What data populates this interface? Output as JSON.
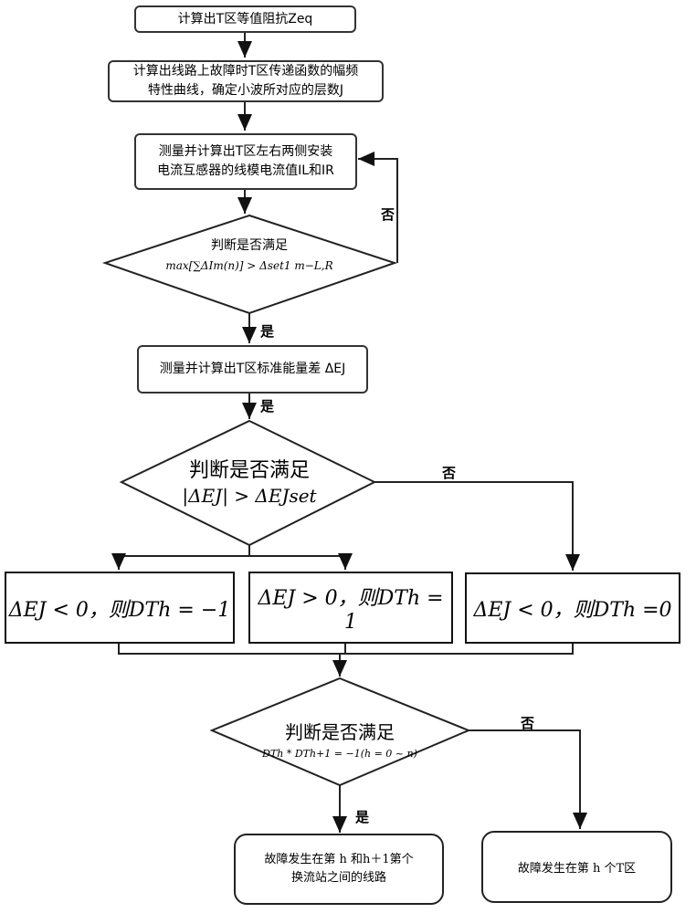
{
  "boxes": {
    "b1": "计算出T区等值阻抗Zeq",
    "b2_line1": "计算出线路上故障时T区传递函数的幅频",
    "b2_line2": "特性曲线，确定小波所对应的层数J",
    "b3_line1": "测量并计算出T区左右两侧安装",
    "b3_line2": "电流互感器的线模电流值IL和IR",
    "d1_title": "判断是否满足",
    "d1_formula": "max[∑ΔIm(n)] > Δset1   m−L,R",
    "b4": "测量并计算出T区标准能量差 ΔEJ",
    "d2_title": "判断是否满足",
    "d2_formula": "|ΔEJ| > ΔEJset",
    "o1": "ΔEJ < 0，则DTh = −1",
    "o2": "ΔEJ > 0，则DTh = 1",
    "o3": "ΔEJ < 0，则DTh =0",
    "d3_title": "判断是否满足",
    "d3_formula": "DTh * DTh+1 = −1(h = 0 ~ n)",
    "r1_line1": "故障发生在第 h 和h＋1第个",
    "r1_line2": "换流站之间的线路",
    "r2": "故障发生在第 h 个T区"
  },
  "labels": {
    "no1": "否",
    "yes1": "是",
    "yes2": "是",
    "no2": "否",
    "no3": "否",
    "yes3": "是"
  }
}
